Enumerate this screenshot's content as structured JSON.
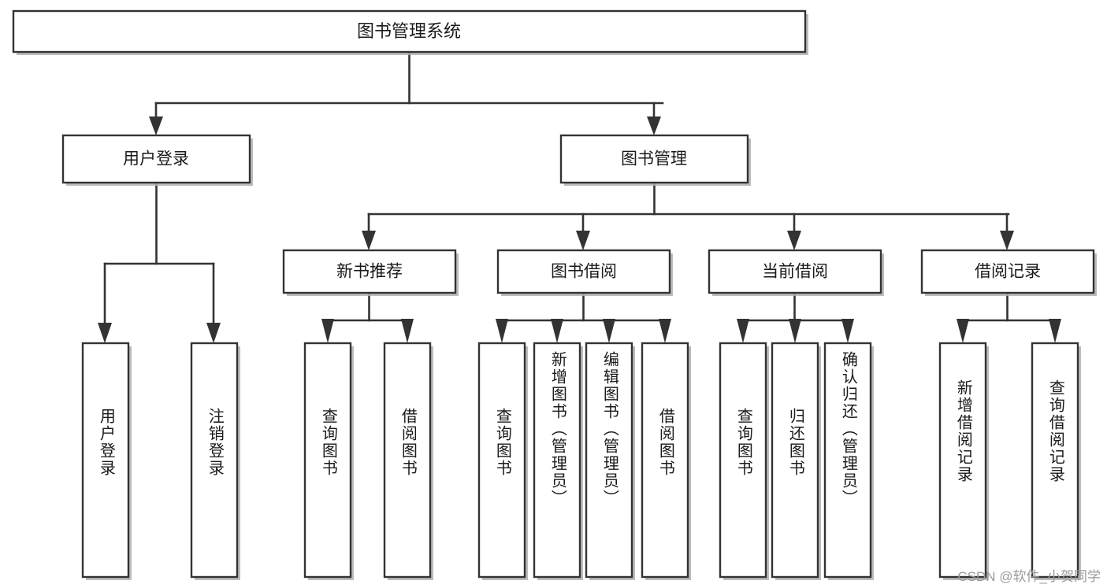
{
  "diagram": {
    "type": "tree",
    "title": "图书管理系统",
    "orientation": "top-down",
    "colors": {
      "box_stroke": "#333333",
      "box_fill": "#ffffff",
      "connector": "#333333",
      "text": "#1a1a1a",
      "watermark": "#9a9a9a",
      "background": "#ffffff"
    },
    "root": {
      "label": "图书管理系统"
    },
    "level2": [
      {
        "label": "用户登录"
      },
      {
        "label": "图书管理"
      }
    ],
    "level3": [
      {
        "label": "新书推荐"
      },
      {
        "label": "图书借阅"
      },
      {
        "label": "当前借阅"
      },
      {
        "label": "借阅记录"
      }
    ],
    "leaves": [
      {
        "label": "用户登录",
        "parent": "用户登录"
      },
      {
        "label": "注销登录",
        "parent": "用户登录"
      },
      {
        "label": "查询图书",
        "parent": "新书推荐"
      },
      {
        "label": "借阅图书",
        "parent": "新书推荐"
      },
      {
        "label": "查询图书",
        "parent": "图书借阅"
      },
      {
        "label": "新增图书（管理员）",
        "parent": "图书借阅"
      },
      {
        "label": "编辑图书（管理员）",
        "parent": "图书借阅"
      },
      {
        "label": "借阅图书",
        "parent": "图书借阅"
      },
      {
        "label": "查询图书",
        "parent": "当前借阅"
      },
      {
        "label": "归还图书",
        "parent": "当前借阅"
      },
      {
        "label": "确认归还（管理员）",
        "parent": "当前借阅"
      },
      {
        "label": "新增借阅记录",
        "parent": "借阅记录"
      },
      {
        "label": "查询借阅记录",
        "parent": "借阅记录"
      }
    ]
  },
  "watermark": {
    "text": "CSDN @软件_小贺同学"
  }
}
